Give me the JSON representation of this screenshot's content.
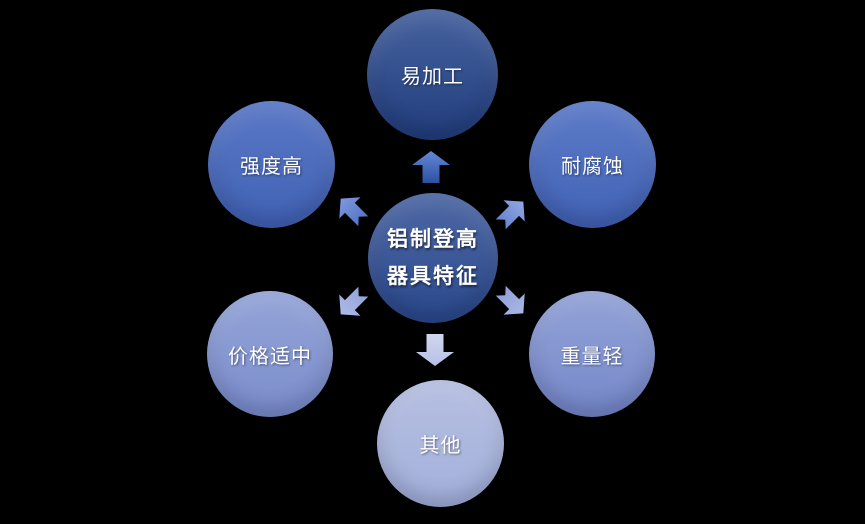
{
  "background_color": "#000000",
  "center": {
    "label_line1": "铝制登高",
    "label_line2": "器具特征",
    "color_top": "#4e68a4",
    "color_bottom": "#2a488b",
    "text_color": "#ffffff"
  },
  "nodes": [
    {
      "label": "易加工",
      "position": "top",
      "color_top": "#47629f",
      "color_bottom": "#213d7b"
    },
    {
      "label": "耐腐蚀",
      "position": "top-right",
      "color_top": "#5d7bc8",
      "color_bottom": "#4162b5"
    },
    {
      "label": "重量轻",
      "position": "bottom-right",
      "color_top": "#93a3d7",
      "color_bottom": "#7587c9"
    },
    {
      "label": "其他",
      "position": "bottom",
      "color_top": "#b6bfe1",
      "color_bottom": "#a3b0db"
    },
    {
      "label": "价格适中",
      "position": "bottom-left",
      "color_top": "#95a5d8",
      "color_bottom": "#7a8ccc"
    },
    {
      "label": "强度高",
      "position": "top-left",
      "color_top": "#5a78c6",
      "color_bottom": "#4061b3"
    }
  ],
  "arrows": [
    {
      "direction": "up",
      "tip_color": "#6288d5",
      "tail_color": "#2c51a4"
    },
    {
      "direction": "upper-right",
      "tip_color": "#92a8e2",
      "tail_color": "#6583d0"
    },
    {
      "direction": "lower-right",
      "tip_color": "#a9b7e5",
      "tail_color": "#8fa0d8"
    },
    {
      "direction": "down",
      "tip_color": "#b7c1e6",
      "tail_color": "#d0d6ee"
    },
    {
      "direction": "lower-left",
      "tip_color": "#adbae6",
      "tail_color": "#95a5da"
    },
    {
      "direction": "upper-left",
      "tip_color": "#7f99de",
      "tail_color": "#5273c5"
    }
  ]
}
